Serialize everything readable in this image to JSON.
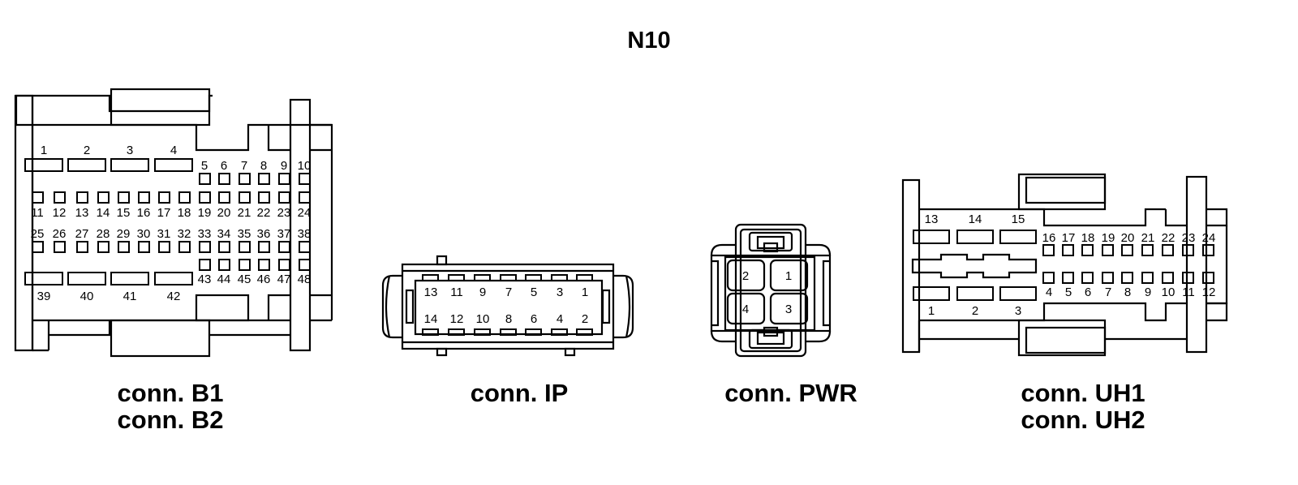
{
  "title": "N10",
  "connectors": {
    "b": {
      "caption_line1": "conn. B1",
      "caption_line2": "conn. B2",
      "top_wide_pins": [
        "1",
        "2",
        "3",
        "4"
      ],
      "top_small_pins": [
        "5",
        "6",
        "7",
        "8",
        "9",
        "10"
      ],
      "row2_pins": [
        "11",
        "12",
        "13",
        "14",
        "15",
        "16",
        "17",
        "18",
        "19",
        "20",
        "21",
        "22",
        "23",
        "24"
      ],
      "row3_pins": [
        "25",
        "26",
        "27",
        "28",
        "29",
        "30",
        "31",
        "32",
        "33",
        "34",
        "35",
        "36",
        "37",
        "38"
      ],
      "bottom_wide_pins": [
        "39",
        "40",
        "41",
        "42"
      ],
      "bottom_small_pins": [
        "43",
        "44",
        "45",
        "46",
        "47",
        "48"
      ]
    },
    "ip": {
      "caption": "conn. IP",
      "top_pins": [
        "13",
        "11",
        "9",
        "7",
        "5",
        "3",
        "1"
      ],
      "bottom_pins": [
        "14",
        "12",
        "10",
        "8",
        "6",
        "4",
        "2"
      ]
    },
    "pwr": {
      "caption": "conn. PWR",
      "pins": [
        "2",
        "1",
        "4",
        "3"
      ]
    },
    "uh": {
      "caption_line1": "conn. UH1",
      "caption_line2": "conn. UH2",
      "top_wide_pins": [
        "13",
        "14",
        "15"
      ],
      "top_small_pins": [
        "16",
        "17",
        "18",
        "19",
        "20",
        "21",
        "22",
        "23",
        "24"
      ],
      "bottom_small_pins": [
        "4",
        "5",
        "6",
        "7",
        "8",
        "9",
        "10",
        "11",
        "12"
      ],
      "bottom_wide_pins": [
        "1",
        "2",
        "3"
      ]
    }
  },
  "colors": {
    "line": "#000000",
    "fill": "#ffffff"
  }
}
